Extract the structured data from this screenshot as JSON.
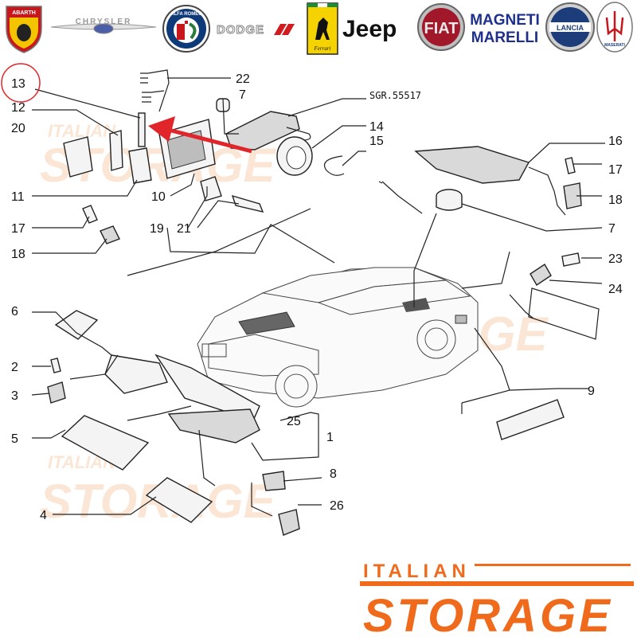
{
  "brands": {
    "abarth": "ABARTH",
    "chrysler": "CHRYSLER",
    "alfa": "ALFA ROMEO",
    "dodge": "DODGE",
    "ferrari": "Ferrari",
    "jeep": "Jeep",
    "fiat": "FIAT",
    "magneti": "MAGNETI",
    "marelli": "MARELLI",
    "lancia": "LANCIA",
    "maserati": "MASERATI"
  },
  "diagram": {
    "reference_code": "SGR.55517",
    "highlighted_part": "13",
    "labels": {
      "p1": "1",
      "p2": "2",
      "p3": "3",
      "p4": "4",
      "p5": "5",
      "p6": "6",
      "p7a": "7",
      "p7b": "7",
      "p8": "8",
      "p9": "9",
      "p10": "10",
      "p11": "11",
      "p12": "12",
      "p13": "13",
      "p14": "14",
      "p15": "15",
      "p16": "16",
      "p17a": "17",
      "p17b": "17",
      "p18a": "18",
      "p18b": "18",
      "p19": "19",
      "p20": "20",
      "p21": "21",
      "p22": "22",
      "p23": "23",
      "p24": "24",
      "p25": "25",
      "p26": "26"
    }
  },
  "watermark": {
    "line1": "ITALIAN",
    "line2": "STORAGE"
  },
  "footer_brand": {
    "top": "ITALIAN",
    "bottom": "STORAGE"
  },
  "colors": {
    "accent": "#f06a1c",
    "highlight": "#e0262b"
  }
}
